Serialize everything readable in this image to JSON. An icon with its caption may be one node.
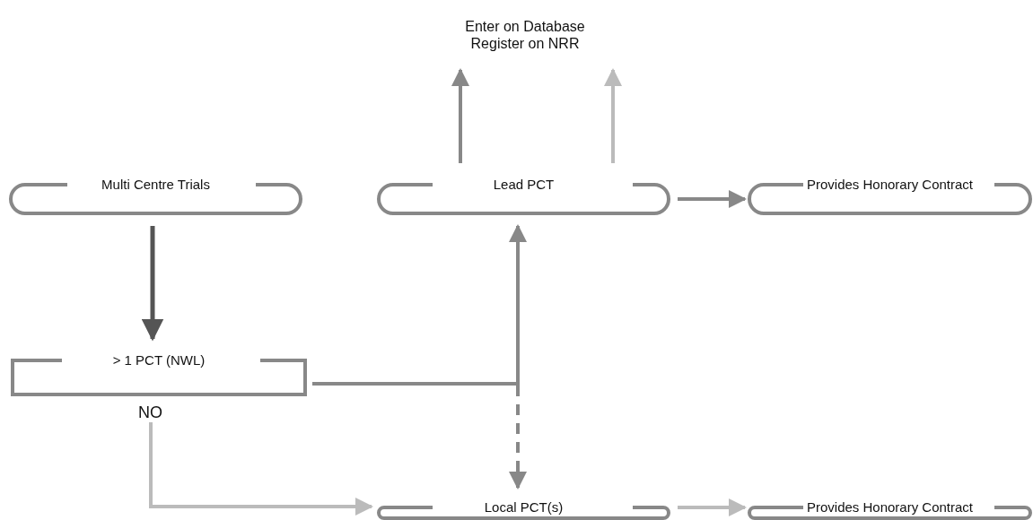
{
  "diagram": {
    "nodes": [
      {
        "text": [
          "Enter on Database Register on NRR"
        ]
      },
      {
        "text": [
          "Multi Centre Trials"
        ]
      },
      {
        "text": [
          "Lead PCT"
        ]
      },
      {
        "text": [
          "Provides Honorary Contract"
        ]
      },
      {
        "text": [
          "> 1 PCT (NWL)"
        ]
      },
      {
        "text": [
          "Local PCT(s)"
        ]
      },
      {
        "text": [
          "Provides Honorary Contract"
        ]
      }
    ],
    "edges": [
      {
        "from": 2,
        "to": 0,
        "arrow": "to"
      },
      {
        "from": 2,
        "to": 0,
        "arrow": "to",
        "color": "#bbbbbb"
      },
      {
        "from": 2,
        "to": 3,
        "arrow": "to"
      },
      {
        "from": 1,
        "to": 4,
        "arrow": "to",
        "color": "#555555"
      },
      {
        "from": 4,
        "to": 2,
        "arrow": "to"
      },
      {
        "from": 4,
        "to": 5,
        "arrow": "to",
        "style": "dashed"
      },
      {
        "from": 4,
        "to": 5,
        "arrow": "to",
        "label": "NO",
        "color": "#bbbbbb"
      },
      {
        "from": 5,
        "to": 6,
        "arrow": "to",
        "color": "#bbbbbb"
      }
    ]
  }
}
